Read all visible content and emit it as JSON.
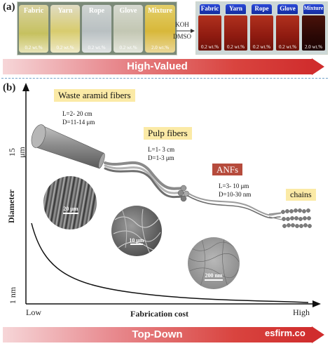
{
  "panel_a": {
    "label": "(a)",
    "before_jars": [
      {
        "label": "Fabric",
        "wt": "0.2 wt.%"
      },
      {
        "label": "Yarn",
        "wt": "0.2 wt.%"
      },
      {
        "label": "Rope",
        "wt": "0.2 wt.%"
      },
      {
        "label": "Glove",
        "wt": "0.2 wt.%"
      },
      {
        "label": "Mixture",
        "wt": "2.0 wt.%"
      }
    ],
    "reagent_top": "KOH",
    "reagent_bottom": "DMSO",
    "after_jars": [
      {
        "label": "Fabric",
        "wt": "0.2 wt.%"
      },
      {
        "label": "Yarn",
        "wt": "0.2 wt.%"
      },
      {
        "label": "Rope",
        "wt": "0.2 wt.%"
      },
      {
        "label": "Glove",
        "wt": "0.2 wt.%"
      },
      {
        "label": "Mixture",
        "wt": "2.0 wt.%"
      }
    ],
    "banner": "High-Valued"
  },
  "panel_b": {
    "label": "(b)",
    "stages": [
      {
        "name": "Waste aramid fibers",
        "dims": "L=2- 20 cm\nD=11-14 μm"
      },
      {
        "name": "Pulp fibers",
        "dims": "L=1- 3 cm\nD=1-3 μm"
      },
      {
        "name": "ANFs",
        "dims": "L=3- 10 μm\nD=10-30 nm"
      },
      {
        "name": "chains",
        "dims": ""
      }
    ],
    "sem_scales": [
      "20 μm",
      "10 μm",
      "200 nm"
    ],
    "y_axis": {
      "title": "Diameter",
      "top": "15 μm",
      "bottom": "1 nm"
    },
    "x_axis": {
      "title": "Fabrication cost",
      "low": "Low",
      "high": "High"
    },
    "banner": "Top-Down"
  },
  "watermark": "esfirm.co",
  "colors": {
    "banner_red": "#d02d2d",
    "callout_yellow": "#fbeaa6",
    "anf_red": "#b64b3c",
    "cap_blue": "#1f3bc4",
    "solution_red": "#8e1a10"
  }
}
